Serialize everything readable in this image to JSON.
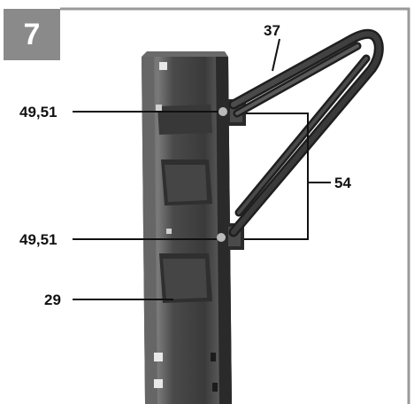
{
  "step": {
    "number": "7"
  },
  "callouts": [
    {
      "id": "37",
      "text": "37"
    },
    {
      "id": "49-51-upper",
      "text": "49,51"
    },
    {
      "id": "54",
      "text": "54"
    },
    {
      "id": "49-51-lower",
      "text": "49,51"
    },
    {
      "id": "29",
      "text": "29"
    }
  ],
  "colors": {
    "frame_border": "#9a9a9a",
    "badge": "#8a8a8a",
    "post": "#3b3b3b",
    "handle": "#2e2e2e",
    "leader": "#111111"
  }
}
